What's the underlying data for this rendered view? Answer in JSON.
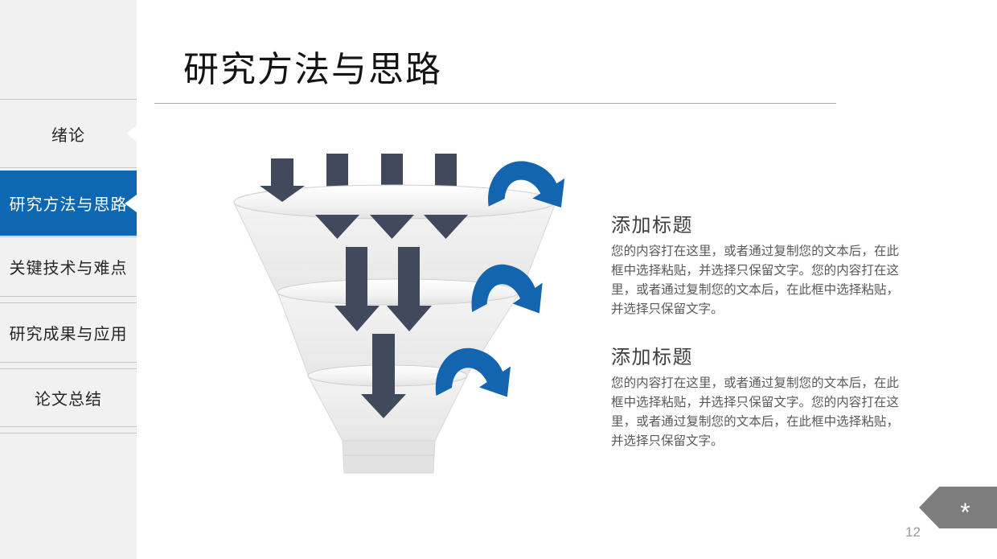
{
  "slide": {
    "title": "研究方法与思路",
    "page_number": "12",
    "footer_marker": "*"
  },
  "sidebar": {
    "items": [
      {
        "label": "绪论",
        "active": false,
        "has_arrow_notch": true
      },
      {
        "label": "研究方法与思路",
        "active": true,
        "has_arrow_notch": true
      },
      {
        "label": "关键技术与难点",
        "active": false,
        "has_arrow_notch": false
      },
      {
        "label": "研究成果与应用",
        "active": false,
        "has_arrow_notch": false
      },
      {
        "label": "论文总结",
        "active": false,
        "has_arrow_notch": false
      }
    ]
  },
  "content": {
    "sections": [
      {
        "heading": "添加标题",
        "body": "您的内容打在这里，或者通过复制您的文本后，在此框中选择粘贴，并选择只保留文字。您的内容打在这里，或者通过复制您的文本后，在此框中选择粘贴，并选择只保留文字。"
      },
      {
        "heading": "添加标题",
        "body": "您的内容打在这里，或者通过复制您的文本后，在此框中选择粘贴，并选择只保留文字。您的内容打在这里，或者通过复制您的文本后，在此框中选择粘贴，并选择只保留文字。"
      }
    ]
  },
  "diagram": {
    "type": "funnel-with-arrows",
    "funnel_tiers": 3,
    "down_arrows_per_row": [
      4,
      2,
      1
    ],
    "curved_side_arrows": 3
  },
  "colors": {
    "accent_blue": "#0d68b1",
    "arrow_dark": "#414a5d",
    "sidebar_bg": "#f1f1f2",
    "flag_gray": "#7d7d7d"
  }
}
